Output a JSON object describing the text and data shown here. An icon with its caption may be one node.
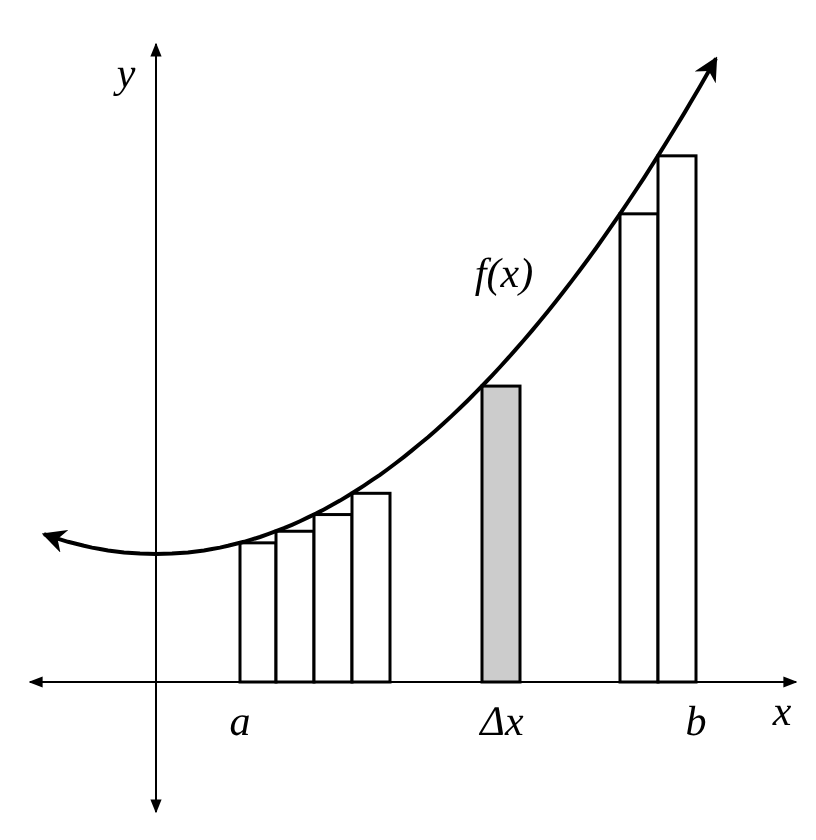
{
  "diagram": {
    "labels": [
      "y",
      "f(x)",
      "a",
      "Δx",
      "b",
      "x"
    ]
  }
}
